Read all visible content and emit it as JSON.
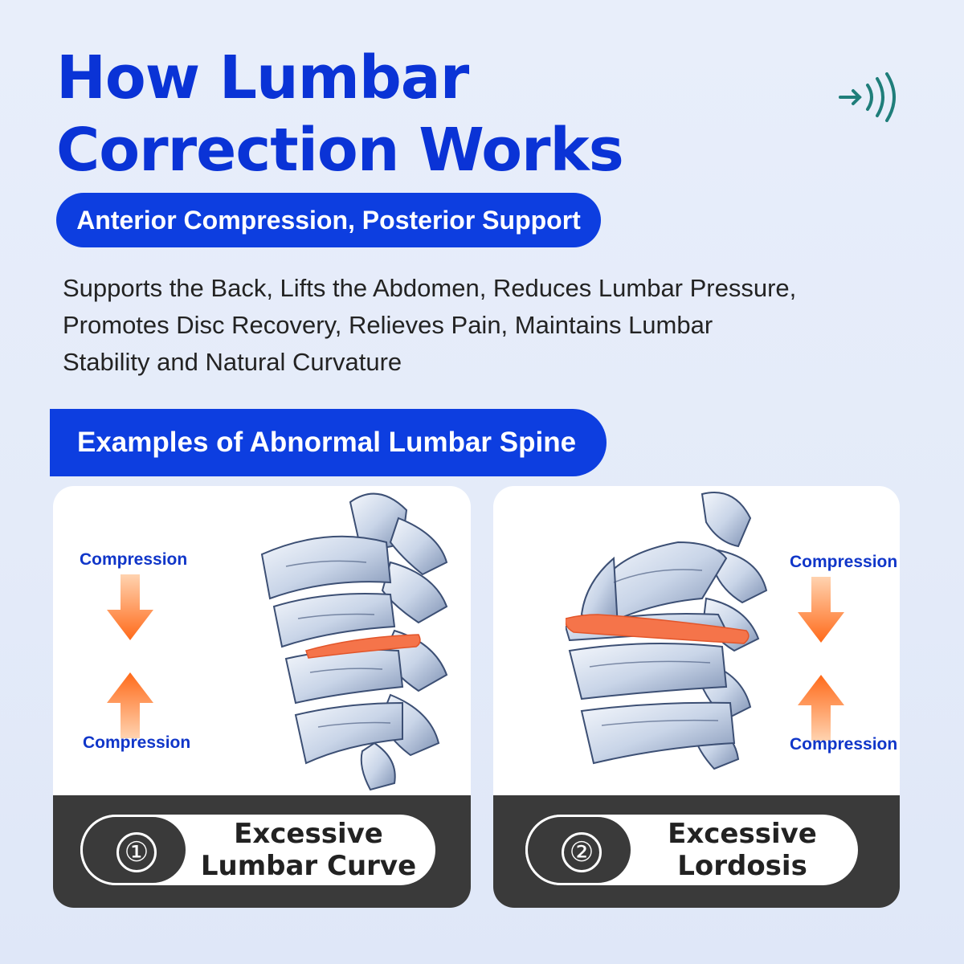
{
  "title": {
    "line1": "How Lumbar",
    "line2": "Correction Works"
  },
  "subtitle_pill": "Anterior Compression, Posterior Support",
  "description": {
    "line1": "Supports the Back, Lifts the Abdomen, Reduces Lumbar Pressure,",
    "line2": "Promotes Disc Recovery, Relieves Pain, Maintains Lumbar",
    "line3": "Stability and Natural Curvature"
  },
  "section_title": "Examples of Abnormal Lumbar Spine",
  "examples": [
    {
      "number": "①",
      "label_line1": "Excessive",
      "label_line2": "Lumbar Curve",
      "top_label": "Compression",
      "bottom_label": "Compression"
    },
    {
      "number": "②",
      "label_line1": "Excessive",
      "label_line2": "Lordosis",
      "top_label": "Compression",
      "bottom_label": "Compression"
    }
  ],
  "colors": {
    "brand_blue": "#0d3ee0",
    "title_blue": "#0a33d6",
    "arrow_orange": "#ff6a1a",
    "disc_orange": "#f5744a",
    "logo_teal": "#1f7e7a",
    "footer_dark": "#3a3a3a"
  },
  "icons": {
    "logo": "sound-wave-arrow-icon",
    "arrow_down": "arrow-down-icon",
    "arrow_up": "arrow-up-icon"
  }
}
